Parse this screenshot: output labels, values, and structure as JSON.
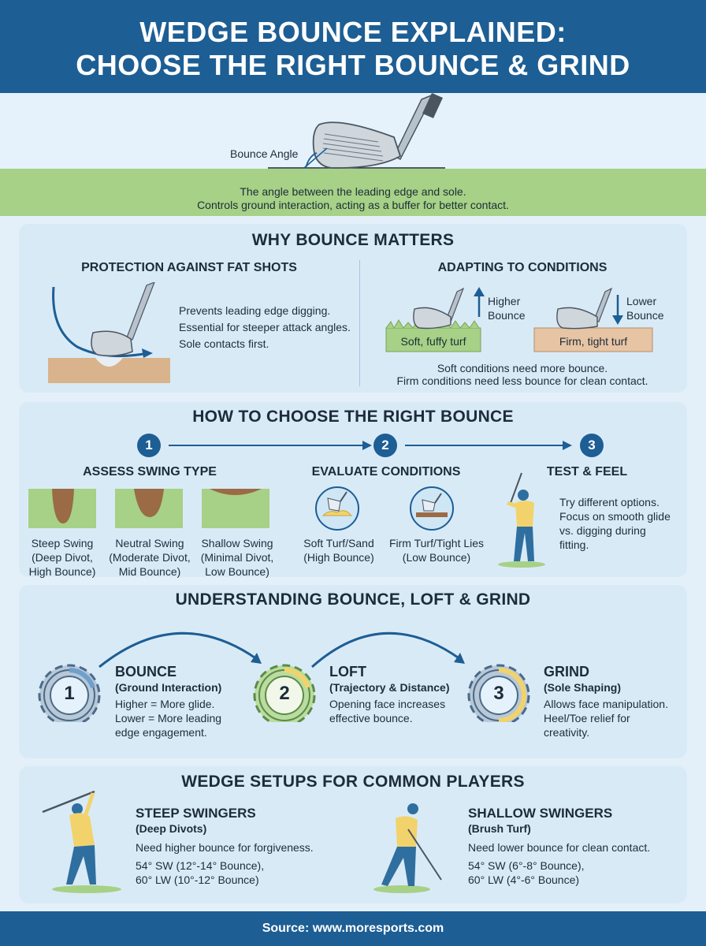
{
  "header": {
    "title_line1": "WEDGE BOUNCE EXPLAINED:",
    "title_line2": "CHOOSE THE RIGHT BOUNCE & GRIND"
  },
  "hero": {
    "bounce_angle_label": "Bounce Angle",
    "desc_line1": "The angle between the leading edge and sole.",
    "desc_line2": "Controls ground interaction, acting as a buffer for better contact."
  },
  "why": {
    "title": "WHY BOUNCE MATTERS",
    "protection": {
      "title": "PROTECTION AGAINST FAT SHOTS",
      "lines": [
        "Prevents leading edge digging.",
        "Essential for steeper attack angles.",
        "Sole contacts first."
      ]
    },
    "adapting": {
      "title": "ADAPTING TO CONDITIONS",
      "higher_label1": "Higher",
      "higher_label2": "Bounce",
      "lower_label1": "Lower",
      "lower_label2": "Bounce",
      "soft_turf": "Soft, fuffy turf",
      "firm_turf": "Firm, tight turf",
      "desc_line1": "Soft conditions need more bounce.",
      "desc_line2": "Firm conditions need less bounce for clean contact."
    }
  },
  "choose": {
    "title": "HOW TO CHOOSE THE RIGHT BOUNCE",
    "steps": [
      "1",
      "2",
      "3"
    ],
    "assess": {
      "title": "ASSESS SWING TYPE",
      "steep": [
        "Steep Swing",
        "(Deep Divot,",
        "High Bounce)"
      ],
      "neutral": [
        "Neutral Swing",
        "(Moderate Divot,",
        "Mid Bounce)"
      ],
      "shallow": [
        "Shallow Swing",
        "(Minimal Divot,",
        "Low Bounce)"
      ]
    },
    "evaluate": {
      "title": "EVALUATE CONDITIONS",
      "soft": [
        "Soft Turf/Sand",
        "(High Bounce)"
      ],
      "firm": [
        "Firm Turf/Tight Lies",
        "(Low Bounce)"
      ]
    },
    "test": {
      "title": "TEST & FEEL",
      "lines": [
        "Try different options.",
        "Focus on smooth glide",
        "vs. digging during",
        "fitting."
      ]
    }
  },
  "understanding": {
    "title": "UNDERSTANDING BOUNCE, LOFT & GRIND",
    "gears": [
      {
        "num": "1",
        "title": "BOUNCE",
        "sub": "(Ground Interaction)",
        "lines": [
          "Higher = More glide.",
          "Lower = More leading",
          "edge engagement."
        ]
      },
      {
        "num": "2",
        "title": "LOFT",
        "sub": "(Trajectory & Distance)",
        "lines": [
          "Opening face increases",
          "effective bounce."
        ]
      },
      {
        "num": "3",
        "title": "GRIND",
        "sub": "(Sole Shaping)",
        "lines": [
          "Allows face manipulation.",
          "Heel/Toe relief for",
          "creativity."
        ]
      }
    ]
  },
  "setups": {
    "title": "WEDGE SETUPS FOR COMMON PLAYERS",
    "steep": {
      "title": "STEEP SWINGERS",
      "sub": "(Deep Divots)",
      "desc": "Need higher bounce for forgiveness.",
      "spec1": "54° SW (12°-14° Bounce),",
      "spec2": "60° LW (10°-12° Bounce)"
    },
    "shallow": {
      "title": "SHALLOW SWINGERS",
      "sub": "(Brush Turf)",
      "desc": "Need lower bounce for clean contact.",
      "spec1": "54° SW (6°-8° Bounce),",
      "spec2": "60° LW (4°-6° Bounce)"
    }
  },
  "footer": {
    "source": "Source: www.moresports.com"
  },
  "colors": {
    "navy": "#1d5e94",
    "card": "#d9eaf7",
    "grass": "#a6d186",
    "soil": "#d9b38c",
    "gold": "#f2d36b"
  }
}
